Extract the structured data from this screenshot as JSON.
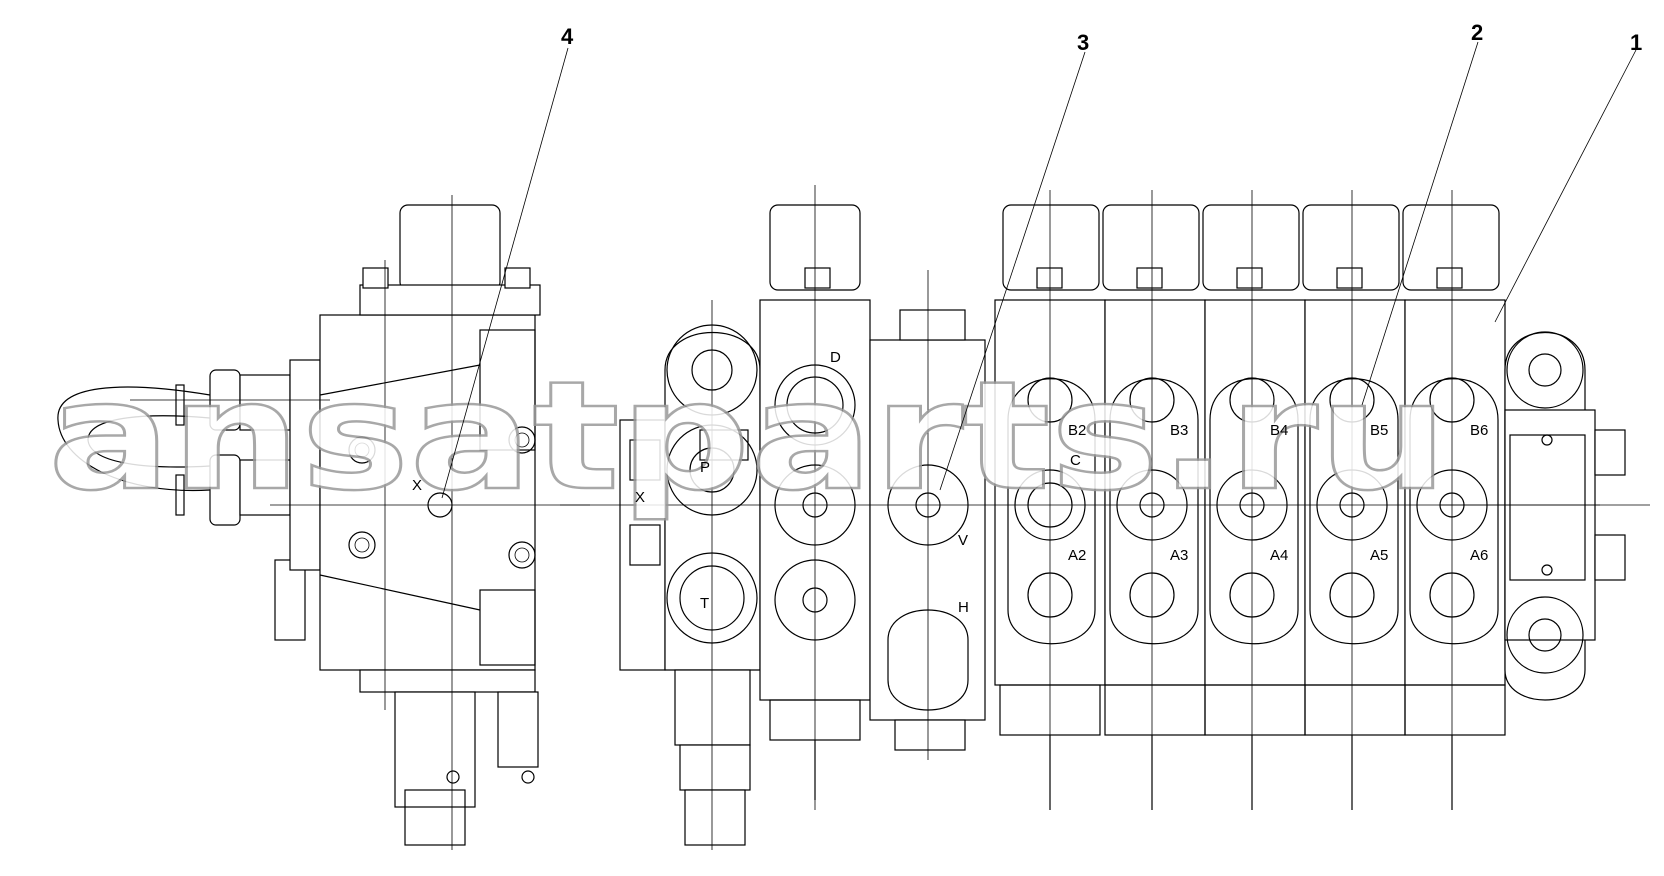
{
  "callouts": [
    {
      "id": "4"
    },
    {
      "id": "3"
    },
    {
      "id": "2"
    },
    {
      "id": "1"
    }
  ],
  "ports": {
    "x_left": "X",
    "x_mid": "X",
    "p": "P",
    "t": "T",
    "d": "D",
    "v": "V",
    "h": "H",
    "c": "C",
    "b2": "B2",
    "b3": "B3",
    "b4": "B4",
    "b5": "B5",
    "b6": "B6",
    "a2": "A2",
    "a3": "A3",
    "a4": "A4",
    "a5": "A5",
    "a6": "A6"
  },
  "watermark": "ansatparts.ru"
}
